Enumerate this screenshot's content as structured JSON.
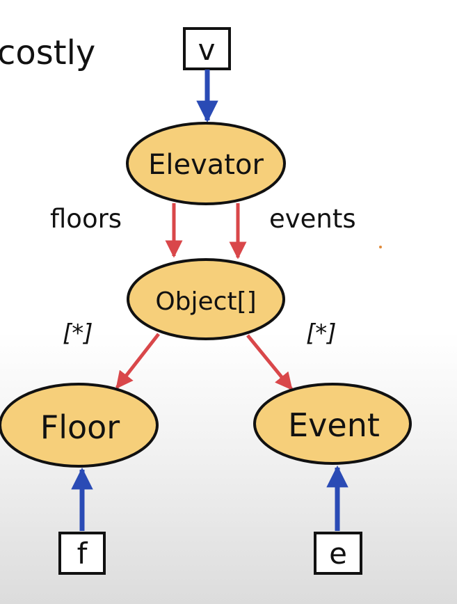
{
  "heading": "costly",
  "colors": {
    "node_fill": "#f6cf7a",
    "node_stroke": "#111111",
    "reference_edge": "#2a4bb5",
    "field_edge": "#d9474a"
  },
  "nodes": {
    "elevator": "Elevator",
    "object_array": "Object[]",
    "floor": "Floor",
    "event": "Event"
  },
  "variables": {
    "v": "v",
    "f": "f",
    "e": "e"
  },
  "edge_labels": {
    "floors": "floors",
    "events": "events",
    "left_index": "[*]",
    "right_index": "[*]"
  }
}
